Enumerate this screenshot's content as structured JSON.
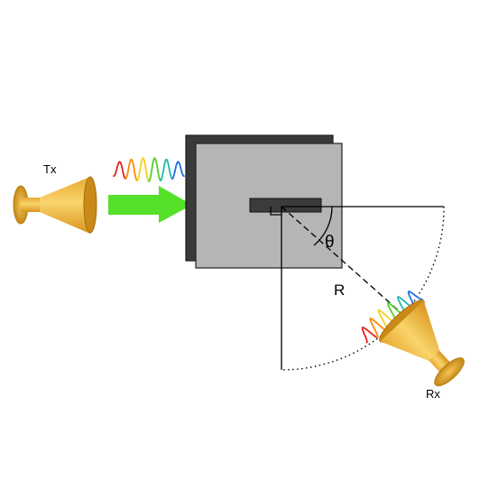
{
  "labels": {
    "transmitter": "Tx",
    "receiver": "Rx",
    "angle": "θ",
    "radius": "R"
  },
  "colors": {
    "horn_light": "#f6c654",
    "horn_mid": "#e8a92f",
    "horn_dark": "#b97d10",
    "sample_face": "#b5b5b5",
    "sample_back": "#3a3a3a",
    "slot": "#3b3b3b",
    "arrow": "#55e02a",
    "wave_spectrum": [
      "#e32222",
      "#ff8a00",
      "#f3d21c",
      "#54d02c",
      "#20b8b0",
      "#1f6fe0"
    ]
  },
  "icons": {
    "transmitter": "horn-antenna-icon",
    "receiver": "horn-antenna-icon",
    "beam": "right-arrow-icon",
    "signal": "wave-packet-icon"
  }
}
